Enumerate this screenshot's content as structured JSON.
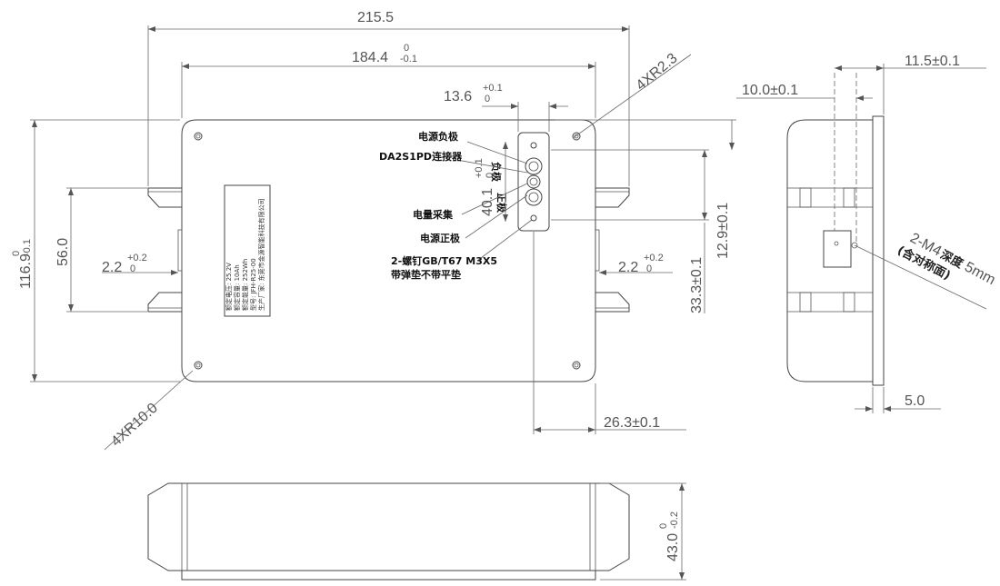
{
  "dimensions": {
    "overall_width": "215.5",
    "inner_width": "184.4",
    "inner_width_tol_upper": "0",
    "inner_width_tol_lower": "-0.1",
    "connector_pitch": "13.6",
    "connector_pitch_tol_upper": "+0.1",
    "connector_pitch_tol_lower": "0",
    "corner_radius_small": "4XR2.3",
    "right_offset": "11.5±0.1",
    "side_offset": "10.0±0.1",
    "height_total": "116.9",
    "height_total_tol_upper": "0",
    "height_total_tol_lower": "-0.1",
    "mount_spacing": "56.0",
    "flange_gap_left": "2.2",
    "flange_gap_left_tol_upper": "+0.2",
    "flange_gap_left_tol_lower": "0",
    "connector_height": "40.1",
    "connector_height_tol_upper": "+0.1",
    "connector_height_tol_lower": "0",
    "dim_12_9": "12.9±0.1",
    "flange_gap_right": "2.2",
    "flange_gap_right_tol_upper": "+0.2",
    "flange_gap_right_tol_lower": "0",
    "dim_33_3": "33.3±0.1",
    "corner_radius_large": "4XR10.0",
    "dim_26_3": "26.3±0.1",
    "dim_5_0": "5.0",
    "body_height": "43.0",
    "body_height_tol_upper": "0",
    "body_height_tol_lower": "-0.2",
    "thread_callout": "2-M4",
    "thread_depth": "5mm"
  },
  "labels": {
    "negative_power": "电源负极",
    "connector": "DA2S1PD连接器",
    "metering": "电量采集",
    "positive_power": "电源正极",
    "screw_line1": "2-螺钉GB/T67 M3X5",
    "screw_line2": "带弹垫不带平垫",
    "neg_short": "负极",
    "pos_short": "正极",
    "depth_line1": "深度",
    "depth_line2": "(含对称面)"
  },
  "nameplate": {
    "lines": [
      "额定电压: 25.2V",
      "额定容量: 10Ah",
      "额定能量: 252Wh",
      "型号: JFH-R25-00",
      "生产厂家: 东莞市金源智能科技有限公司"
    ]
  }
}
